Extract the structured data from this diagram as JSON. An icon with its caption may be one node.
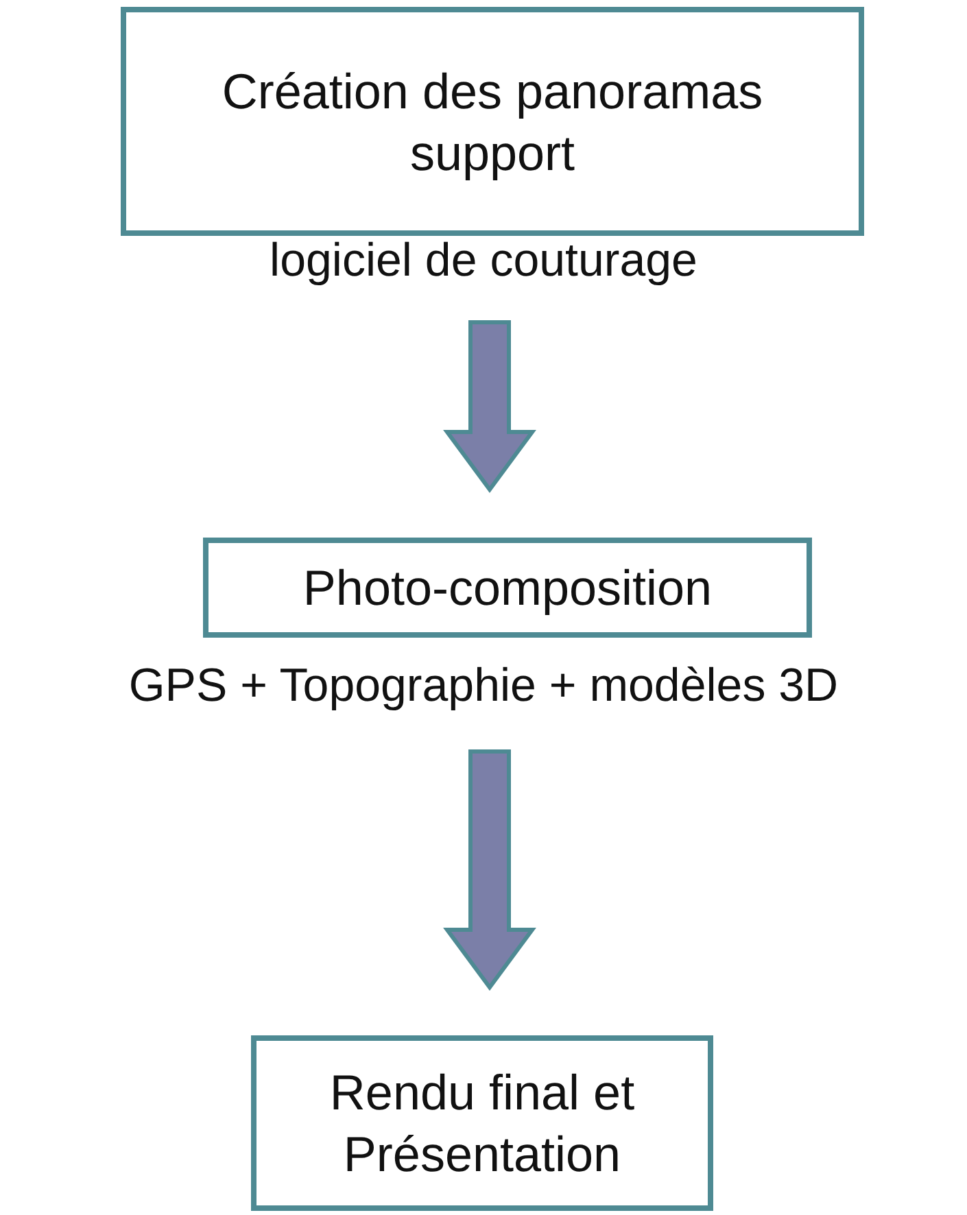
{
  "diagram": {
    "nodes": [
      {
        "text": [
          "Création des panoramas support"
        ],
        "beside": [
          "logiciel de couturage"
        ]
      },
      {
        "text": [
          "Photo-composition"
        ],
        "beside": [
          "GPS + Topographie + modèles 3D"
        ]
      },
      {
        "text": [
          "Rendu final et Présentation"
        ]
      }
    ],
    "edges": [
      {
        "from": 0,
        "to": 1,
        "arrow": "to"
      },
      {
        "from": 1,
        "to": 2,
        "arrow": "to"
      }
    ]
  }
}
